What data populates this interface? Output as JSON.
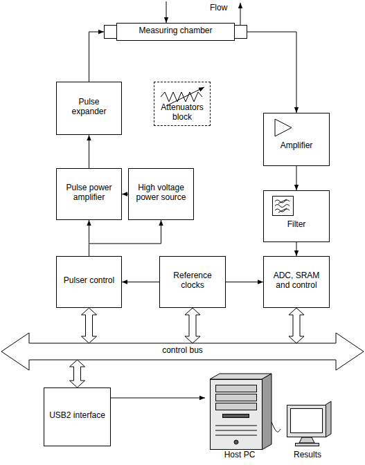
{
  "diagram": {
    "nodes": [
      {
        "text": [
          "Measuring chamber"
        ]
      },
      {
        "text": [
          "Pulse expander"
        ]
      },
      {
        "text": [
          "Attenuators block"
        ]
      },
      {
        "text": [
          "Amplifier"
        ]
      },
      {
        "text": [
          "Pulse power amplifier"
        ]
      },
      {
        "text": [
          "High voltage power source"
        ]
      },
      {
        "text": [
          "Filter"
        ]
      },
      {
        "text": [
          "Pulser control"
        ]
      },
      {
        "text": [
          "Reference clocks"
        ]
      },
      {
        "text": [
          "ADC, SRAM and control"
        ]
      },
      {
        "text": [
          "control bus"
        ]
      },
      {
        "text": [
          "USB2 interface"
        ]
      },
      {
        "text": [
          "Host PC"
        ]
      },
      {
        "text": [
          "Results"
        ]
      }
    ],
    "edges": [
      {
        "from": 1,
        "to": 0,
        "arrow": "to"
      },
      {
        "from": 0,
        "to": 3,
        "arrow": "to"
      },
      {
        "from": 3,
        "to": 6,
        "arrow": "to"
      },
      {
        "from": 6,
        "to": 9,
        "arrow": "to"
      },
      {
        "from": 4,
        "to": 1,
        "arrow": "to"
      },
      {
        "from": 5,
        "to": 4,
        "arrow": "to"
      },
      {
        "from": 7,
        "to": 4,
        "arrow": "to"
      },
      {
        "from": 7,
        "to": 5,
        "arrow": "to"
      },
      {
        "from": 8,
        "to": 7,
        "arrow": "to"
      },
      {
        "from": 8,
        "to": 9,
        "arrow": "to"
      },
      {
        "from": 7,
        "to": 10,
        "arrow": "both"
      },
      {
        "from": 8,
        "to": 10,
        "arrow": "both"
      },
      {
        "from": 9,
        "to": 10,
        "arrow": "both"
      },
      {
        "from": 11,
        "to": 10,
        "arrow": "both"
      },
      {
        "from": 11,
        "to": 12,
        "arrow": "to"
      },
      {
        "from": 12,
        "to": 13,
        "arrow": "none"
      }
    ],
    "labels": [
      "Flow"
    ]
  }
}
